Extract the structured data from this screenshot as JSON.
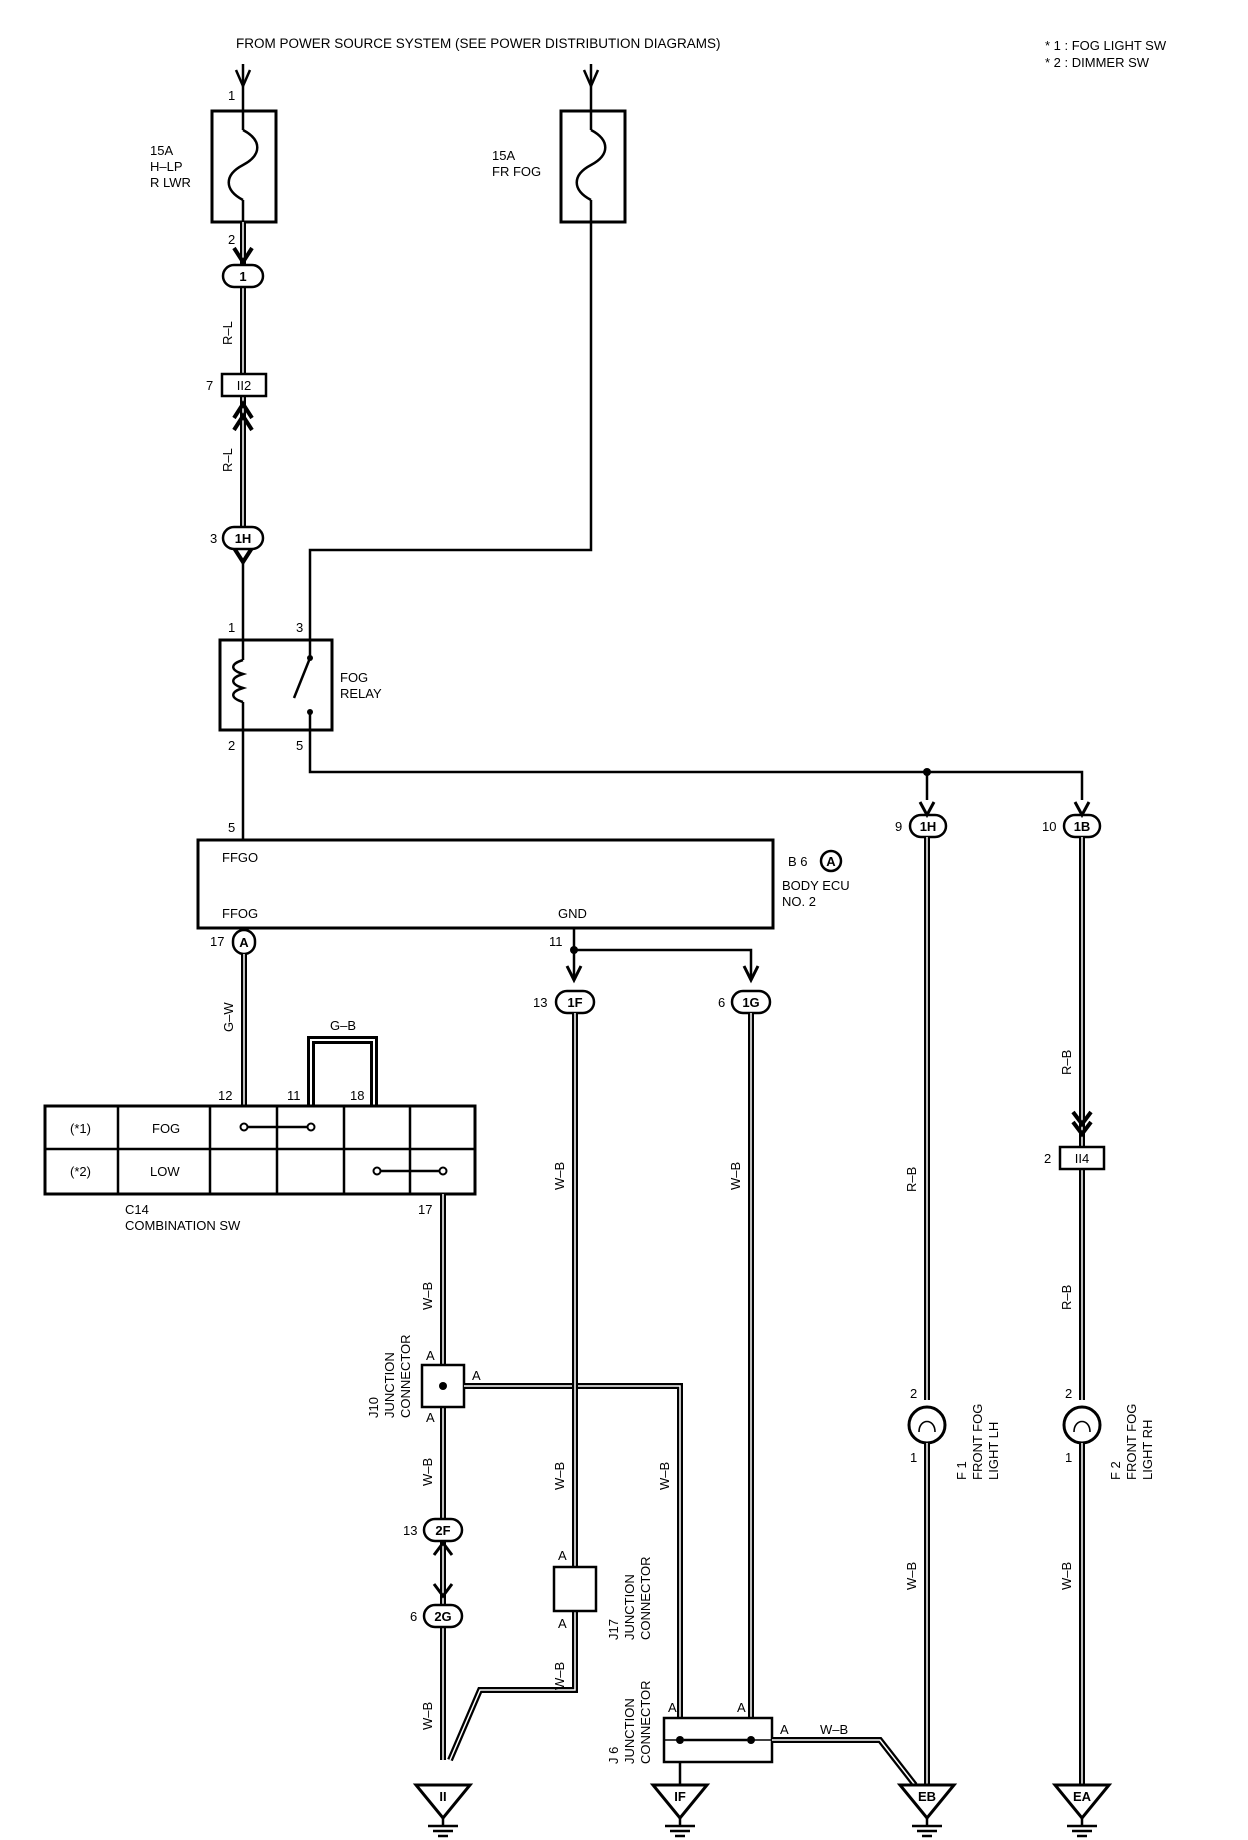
{
  "header": {
    "source_text": "FROM POWER SOURCE SYSTEM (SEE POWER DISTRIBUTION DIAGRAMS)",
    "note1": "* 1 : FOG LIGHT SW",
    "note2": "* 2 : DIMMER SW"
  },
  "fuses": [
    {
      "rating": "15A",
      "name1": "H–LP",
      "name2": "R LWR",
      "pin_in": "1",
      "pin_out": "2"
    },
    {
      "rating": "15A",
      "name1": "FR FOG"
    }
  ],
  "connectors": {
    "c_1": "1",
    "c_II2": "II2",
    "c_II2_pin": "7",
    "c_1H_top": "1H",
    "c_1H_top_pin": "3",
    "c_A17": "A",
    "c_A17_pin": "17",
    "c_1F": "1F",
    "c_1F_pin": "13",
    "c_1G": "1G",
    "c_1G_pin": "6",
    "c_1H_right": "1H",
    "c_1H_right_pin": "9",
    "c_1B": "1B",
    "c_1B_pin": "10",
    "c_II4": "II4",
    "c_II4_pin": "2",
    "c_2F": "2F",
    "c_2F_pin": "13",
    "c_2G": "2G",
    "c_2G_pin": "6"
  },
  "wires": {
    "r_l": "R–L",
    "g_w": "G–W",
    "g_b": "G–B",
    "w_b": "W–B",
    "r_b": "R–B"
  },
  "relay": {
    "name1": "FOG",
    "name2": "RELAY",
    "pin1": "1",
    "pin2": "2",
    "pin3": "3",
    "pin5": "5"
  },
  "ecu": {
    "ref": "B 6",
    "ref_circle": "A",
    "name1": "BODY ECU",
    "name2": "NO. 2",
    "ffgo": "FFGO",
    "ffog": "FFOG",
    "gnd": "GND",
    "pin5": "5",
    "pin11": "11"
  },
  "switch": {
    "row1_ref": "(*1)",
    "row1_name": "FOG",
    "row2_ref": "(*2)",
    "row2_name": "LOW",
    "pin12": "12",
    "pin11": "11",
    "pin18": "18",
    "pin17": "17",
    "ref": "C14",
    "name": "COMBINATION SW"
  },
  "junctions": {
    "j10_ref": "J10",
    "j10_l1": "JUNCTION",
    "j10_l2": "CONNECTOR",
    "j10_a": "A",
    "j10_a2": "A",
    "j10_a3": "A",
    "j17_ref": "J17",
    "j17_l1": "JUNCTION",
    "j17_l2": "CONNECTOR",
    "j17_a": "A",
    "j17_a2": "A",
    "j6_ref": "J 6",
    "j6_l1": "JUNCTION",
    "j6_l2": "CONNECTOR",
    "j6_a1": "A",
    "j6_a2": "A",
    "j6_a3": "A"
  },
  "lights": {
    "f1_ref": "F 1",
    "f1_l1": "FRONT FOG",
    "f1_l2": "LIGHT LH",
    "f1_pin2": "2",
    "f1_pin1": "1",
    "f2_ref": "F 2",
    "f2_l1": "FRONT FOG",
    "f2_l2": "LIGHT RH",
    "f2_pin2": "2",
    "f2_pin1": "1"
  },
  "grounds": {
    "g1": "II",
    "g2": "IF",
    "g3": "EB",
    "g4": "EA"
  }
}
